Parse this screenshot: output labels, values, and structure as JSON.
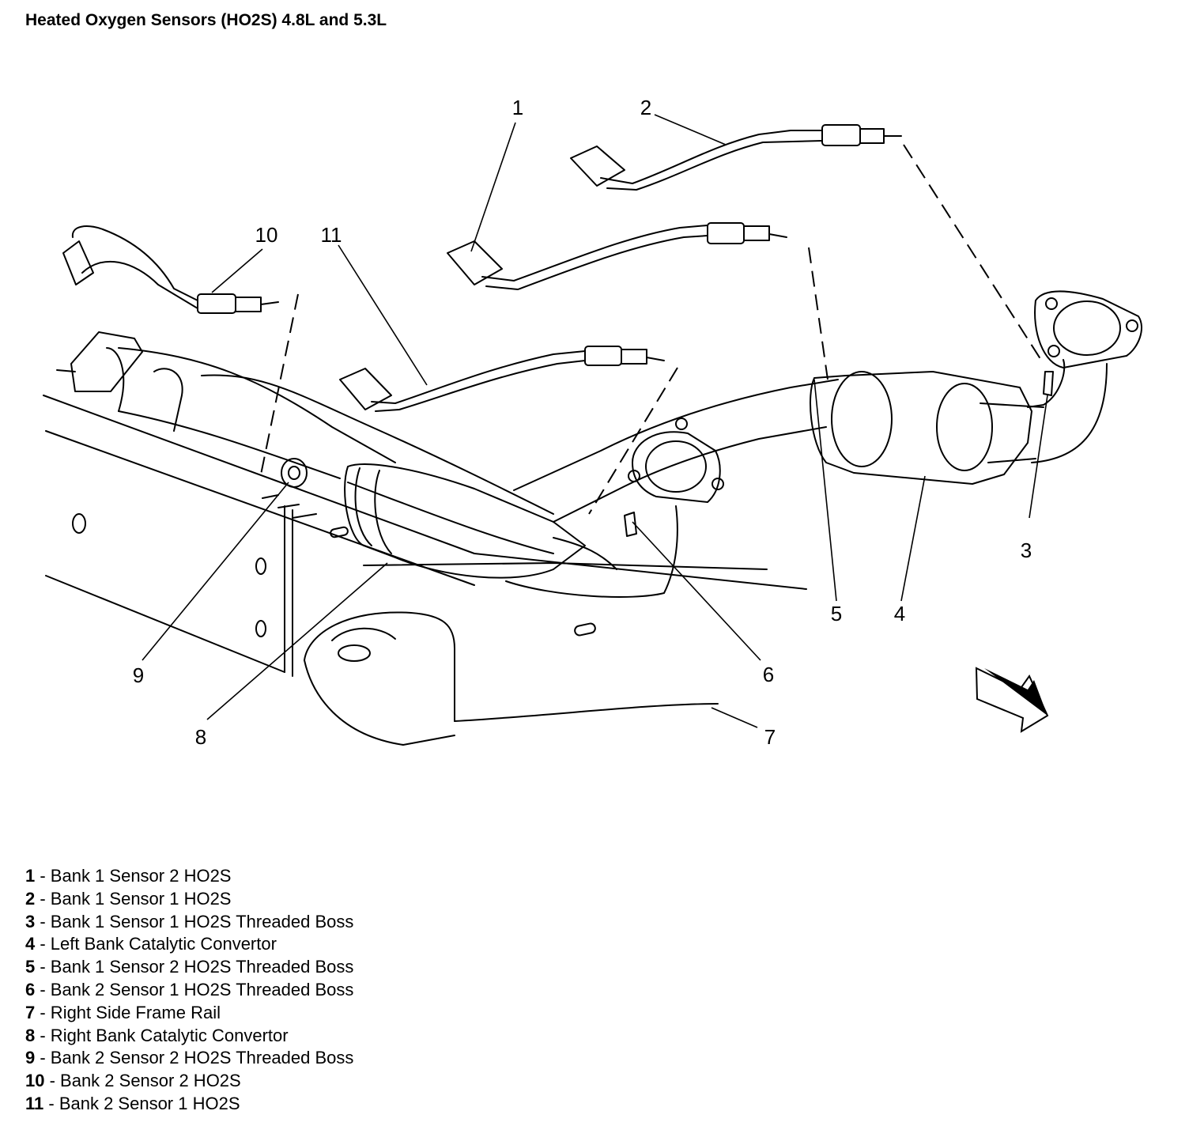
{
  "title": "Heated Oxygen Sensors (HO2S) 4.8L and 5.3L",
  "callouts": [
    "1",
    "2",
    "3",
    "4",
    "5",
    "6",
    "7",
    "8",
    "9",
    "10",
    "11"
  ],
  "legend": [
    {
      "num": "1",
      "text": " - Bank 1 Sensor 2 HO2S"
    },
    {
      "num": "2",
      "text": " - Bank 1 Sensor 1 HO2S"
    },
    {
      "num": "3",
      "text": " - Bank 1 Sensor 1 HO2S Threaded Boss"
    },
    {
      "num": "4",
      "text": " - Left Bank Catalytic Convertor"
    },
    {
      "num": "5",
      "text": " - Bank 1 Sensor 2 HO2S Threaded Boss"
    },
    {
      "num": "6",
      "text": " - Bank 2 Sensor 1 HO2S Threaded Boss"
    },
    {
      "num": "7",
      "text": " - Right Side Frame Rail"
    },
    {
      "num": "8",
      "text": " - Right Bank Catalytic Convertor"
    },
    {
      "num": "9",
      "text": " - Bank 2 Sensor 2 HO2S Threaded Boss"
    },
    {
      "num": "10",
      "text": " - Bank 2 Sensor 2 HO2S"
    },
    {
      "num": "11",
      "text": " - Bank 2 Sensor 1 HO2S"
    }
  ]
}
